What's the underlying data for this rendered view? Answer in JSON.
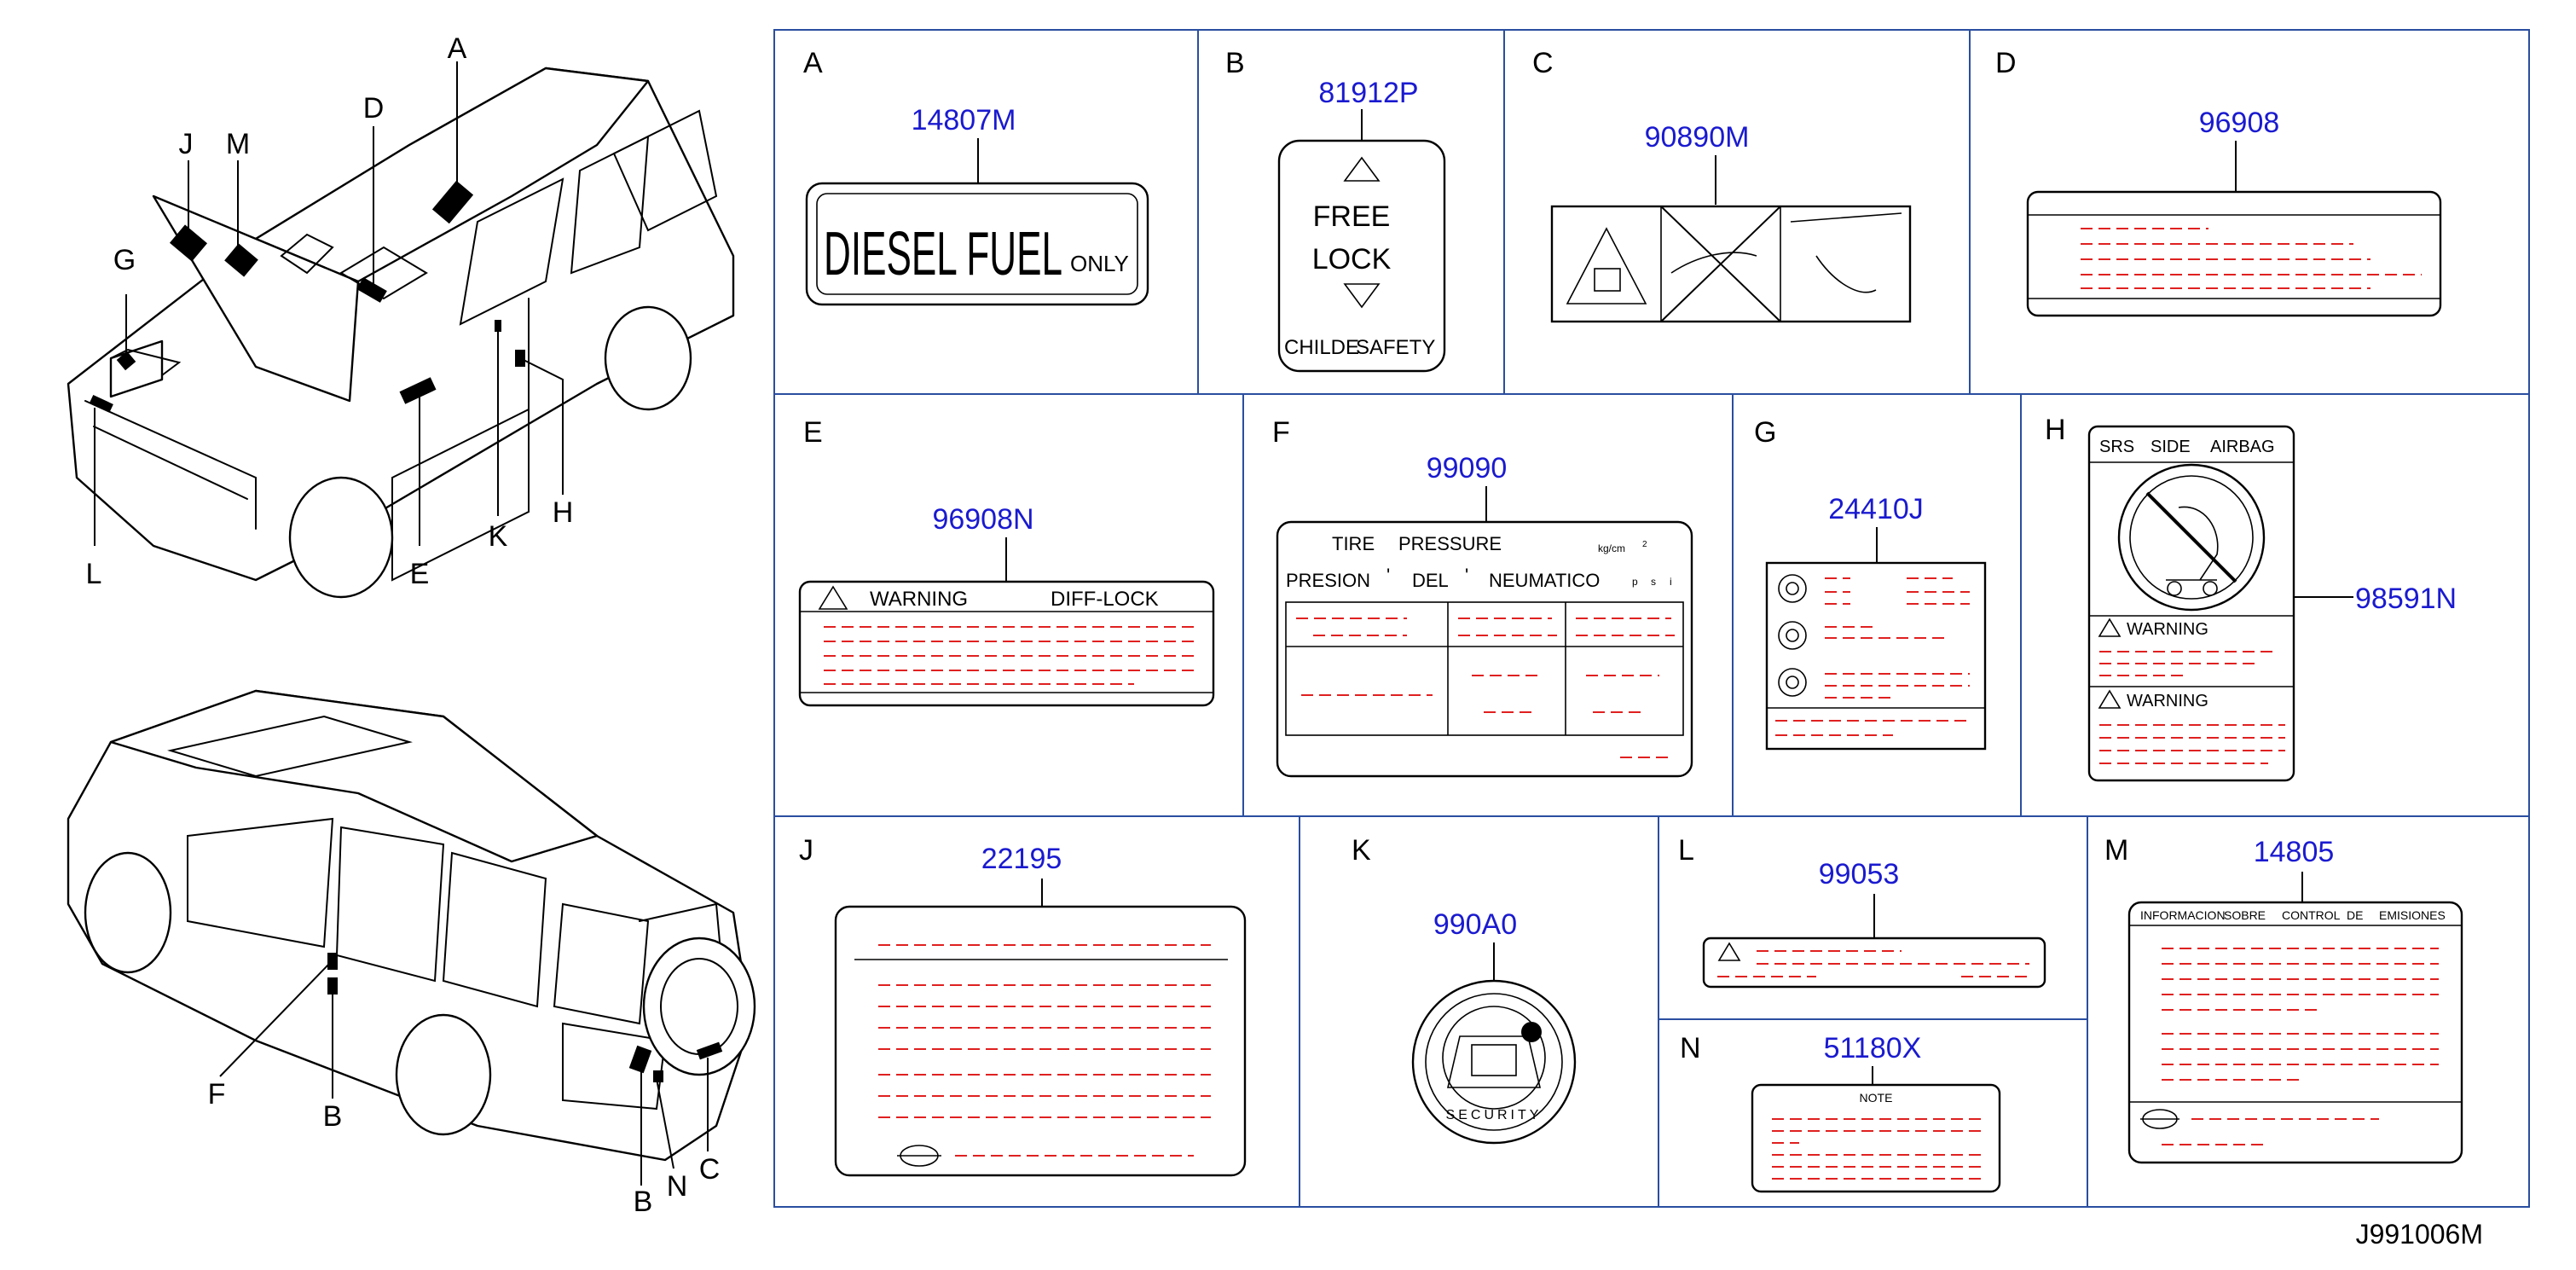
{
  "diagram_code": "J991006M",
  "car_callouts_top": [
    "A",
    "J",
    "M",
    "D",
    "G",
    "L",
    "E",
    "K",
    "H"
  ],
  "car_callouts_bottom": [
    "F",
    "B",
    "B",
    "N",
    "C"
  ],
  "panels": {
    "A": {
      "letter": "A",
      "part": "14807M",
      "label_big": "DIESEL FUEL",
      "label_small": "ONLY"
    },
    "B": {
      "letter": "B",
      "part": "81912P",
      "line1": "FREE",
      "line2": "LOCK",
      "foot_left": "CHILDE",
      "foot_right": "SAFETY"
    },
    "C": {
      "letter": "C",
      "part": "90890M"
    },
    "D": {
      "letter": "D",
      "part": "96908"
    },
    "E": {
      "letter": "E",
      "part": "96908N",
      "warn": "WARNING",
      "title": "DIFF-LOCK"
    },
    "F": {
      "letter": "F",
      "part": "99090",
      "t1": "TIRE",
      "t2": "PRESSURE",
      "t3": "kg/cm",
      "t4": "2",
      "t5": "PRESION",
      "t6": "'",
      "t7": "DEL",
      "t8": "'",
      "t9": "NEUMATICO",
      "t10": "p",
      "t11": "s",
      "t12": "i"
    },
    "G": {
      "letter": "G",
      "part": "24410J"
    },
    "H": {
      "letter": "H",
      "part": "98591N",
      "h1": "SRS",
      "h2": "SIDE",
      "h3": "AIRBAG",
      "w1": "WARNING",
      "w2": "WARNING"
    },
    "J": {
      "letter": "J",
      "part": "22195"
    },
    "K": {
      "letter": "K",
      "part": "990A0",
      "ring": "SECURITY"
    },
    "L": {
      "letter": "L",
      "part": "99053"
    },
    "N": {
      "letter": "N",
      "part": "51180X",
      "note": "NOTE"
    },
    "M": {
      "letter": "M",
      "part": "14805",
      "m1": "INFORMACION",
      "m2": "SOBRE",
      "m3": "CONTROL",
      "m4": "DE",
      "m5": "EMISIONES"
    }
  }
}
